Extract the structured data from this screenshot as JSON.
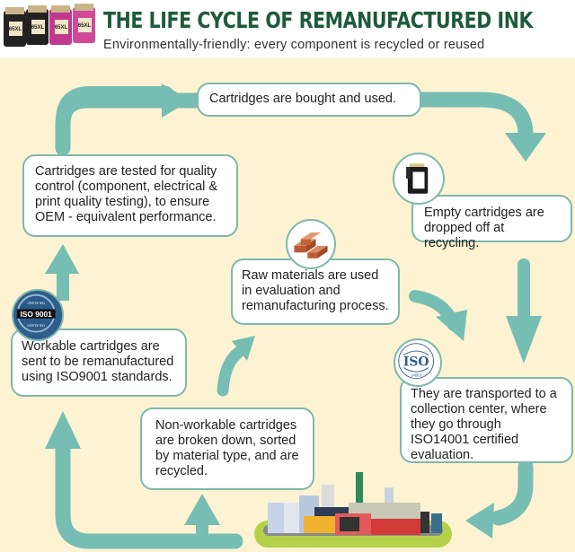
{
  "header": {
    "title": "THE LIFE CYCLE OF REMANUFACTURED INK",
    "subtitle": "Environmentally-friendly: every component is recycled or reused",
    "cartridge_label": "65XL"
  },
  "steps": [
    {
      "id": "bought",
      "text": "Cartridges are bought and used."
    },
    {
      "id": "dropped",
      "text": "Empty cartridges are dropped off at recycling.",
      "icon": "ink-cartridge-icon"
    },
    {
      "id": "transported",
      "text": "They are transported to a collection center, where they go through ISO14001 certified evaluation.",
      "icon": "iso-14001-icon"
    },
    {
      "id": "non-workable",
      "text": "Non-workable cartridges are broken down, sorted by material type, and are recycled.",
      "icon": "factory-icon"
    },
    {
      "id": "raw-materials",
      "text": "Raw materials are used in evaluation and remanufacturing process.",
      "icon": "bricks-icon"
    },
    {
      "id": "workable",
      "text": "Workable cartridges are sent to be remanufactured using ISO9001 standards.",
      "icon": "iso-9001-icon"
    },
    {
      "id": "tested",
      "text": "Cartridges are tested for quality control (component, electrical & print quality testing), to ensure OEM - equivalent performance."
    }
  ],
  "badges": {
    "iso9001": {
      "top": "CERTIFIED",
      "label": "ISO 9001",
      "bottom": "CERTIFIED"
    },
    "iso14001": {
      "label": "ISO",
      "number": "14001"
    }
  },
  "colors": {
    "title": "#1e5a3c",
    "background": "#fdf3d2",
    "arrow": "#76bdb4",
    "box_border": "#7eb8ac"
  }
}
